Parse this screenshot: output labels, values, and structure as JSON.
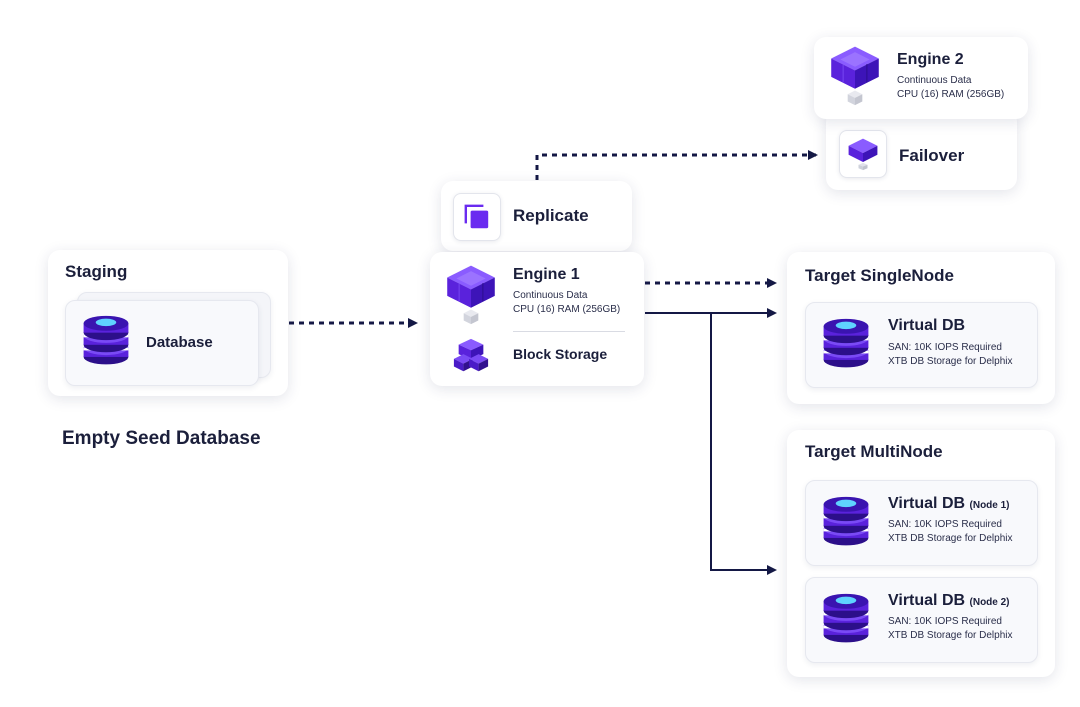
{
  "staging": {
    "title": "Staging",
    "database_label": "Database",
    "caption": "Empty Seed Database"
  },
  "replicate": {
    "label": "Replicate"
  },
  "engine1": {
    "title": "Engine 1",
    "line1": "Continuous Data",
    "line2": "CPU (16) RAM (256GB)",
    "block_storage": "Block Storage"
  },
  "engine2": {
    "title": "Engine 2",
    "line1": "Continuous Data",
    "line2": "CPU (16) RAM (256GB)"
  },
  "failover": {
    "label": "Failover"
  },
  "single_node": {
    "title": "Target SingleNode",
    "vdb": {
      "title": "Virtual DB",
      "note": "",
      "line1": "SAN: 10K IOPS Required",
      "line2": "XTB DB Storage for Delphix"
    }
  },
  "multi_node": {
    "title": "Target MultiNode",
    "vdb1": {
      "title": "Virtual DB",
      "note": "(Node 1)",
      "line1": "SAN: 10K IOPS Required",
      "line2": "XTB DB Storage for Delphix"
    },
    "vdb2": {
      "title": "Virtual DB",
      "note": "(Node 2)",
      "line1": "SAN: 10K IOPS Required",
      "line2": "XTB DB Storage for Delphix"
    }
  },
  "colors": {
    "purple": "#6a2bf0",
    "purple_dark": "#3a12a8",
    "navy": "#141845",
    "cyan": "#5fd3ff"
  }
}
